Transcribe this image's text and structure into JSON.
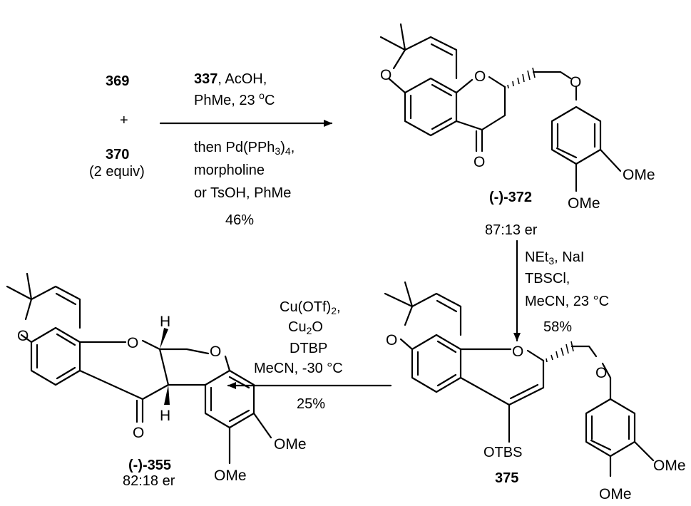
{
  "reactants": {
    "first": "369",
    "plus": "+",
    "second": "370",
    "second_note": "(2 equiv)"
  },
  "step1": {
    "reagent_bold": "337",
    "reagent_rest": ", AcOH,",
    "line2": "PhMe, 23 ",
    "line2_sup": "o",
    "line2_end": "C",
    "line3_pre": "then Pd(PPh",
    "line3_sub": "3",
    "line3_post": ")",
    "line3_sub2": "4",
    "line3_end": ",",
    "line4": "morpholine",
    "line5": "or TsOH, PhMe",
    "yield": "46%"
  },
  "product1": {
    "label": "(-)-372",
    "er": "87:13 er"
  },
  "step2": {
    "line1_pre": "NEt",
    "line1_sub": "3",
    "line1_post": ", NaI",
    "line2": "TBSCl,",
    "line3": "MeCN, 23 °C",
    "yield": "58%"
  },
  "product2": {
    "label": "375",
    "otbs": "OTBS"
  },
  "step3": {
    "line1_pre": "Cu(OTf)",
    "line1_sub": "2",
    "line1_post": ",",
    "line2_pre": "Cu",
    "line2_sub": "2",
    "line2_post": "O",
    "line3": "DTBP",
    "line4": "MeCN, -30 °C",
    "yield": "25%"
  },
  "product3": {
    "label": "(-)-355",
    "er": "82:18 er"
  },
  "atoms": {
    "O": "O",
    "OMe": "OMe",
    "H": "H"
  }
}
